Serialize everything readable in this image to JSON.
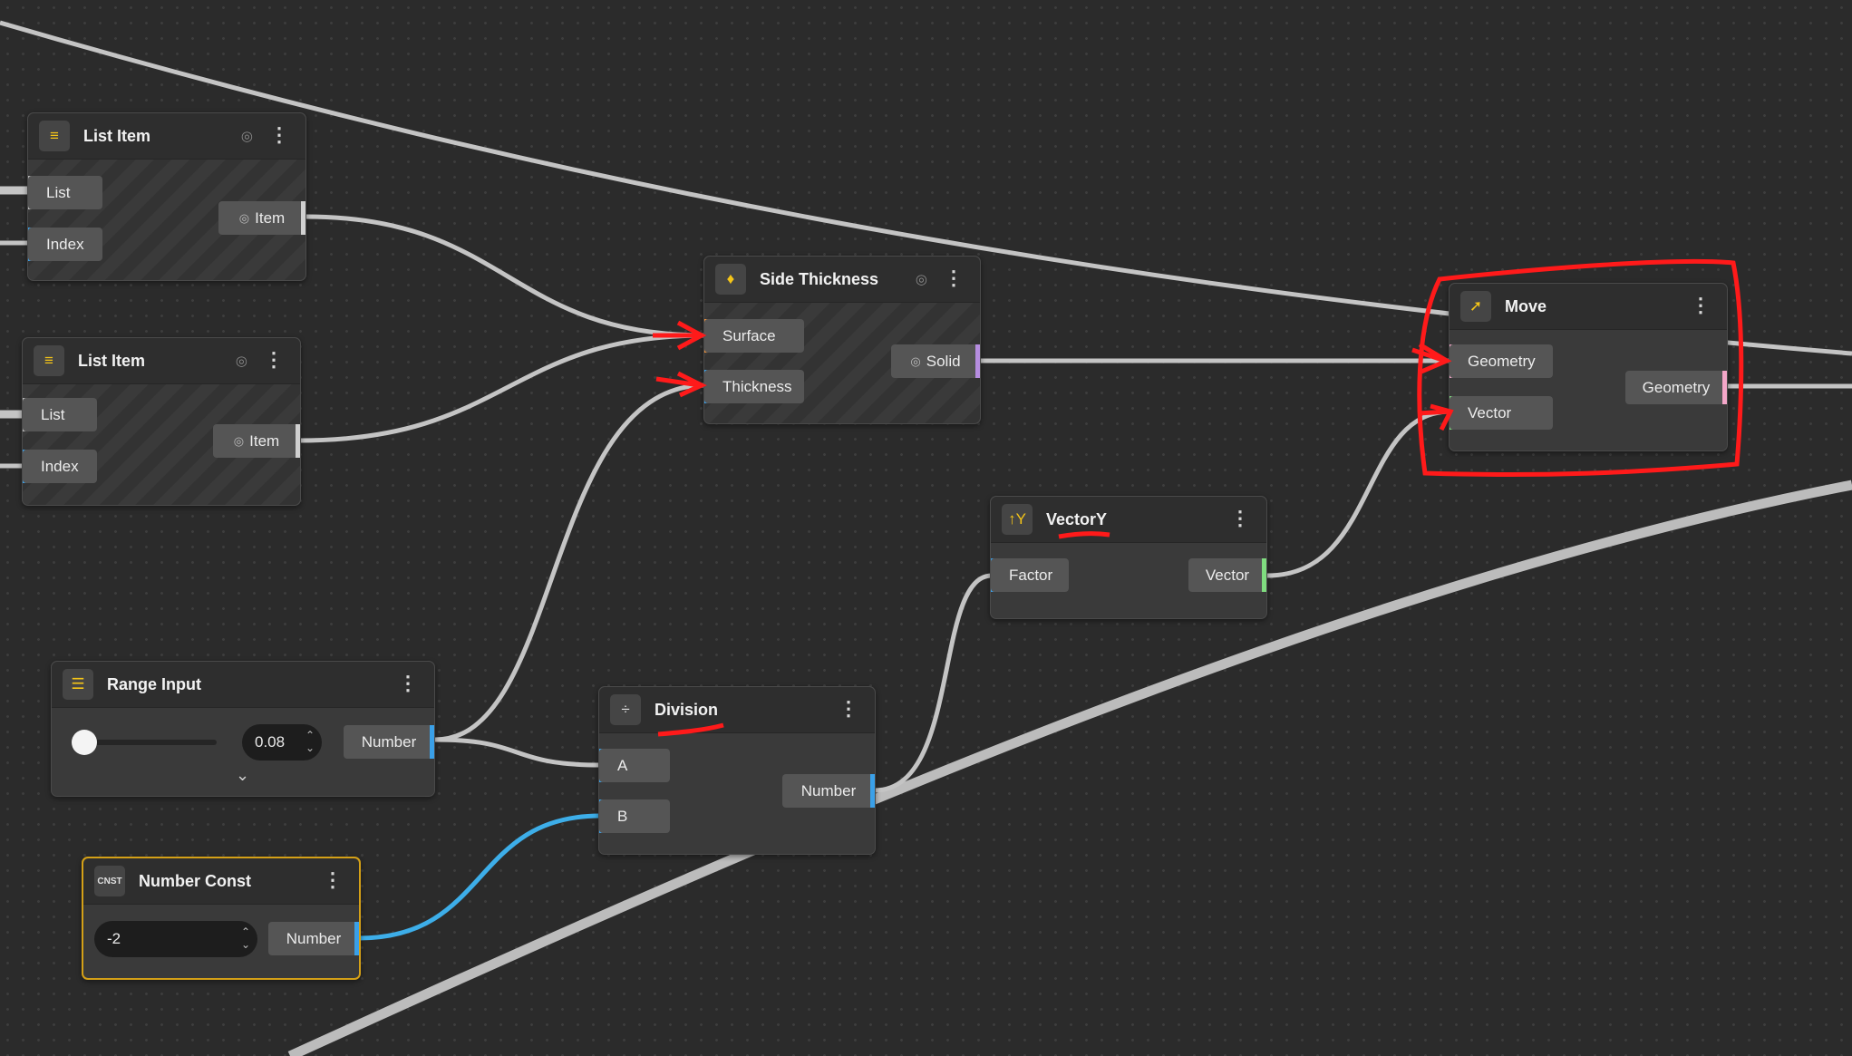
{
  "canvas": {
    "background": "#2b2b2b",
    "wire_color": "#c4c4c4",
    "wire_blue": "#3daee9",
    "annotation_red": "#ff1a1a"
  },
  "nodes": {
    "list_item_1": {
      "title": "List Item",
      "icon": "list-index-icon",
      "inputs": [
        "List",
        "Index"
      ],
      "output": "Item"
    },
    "list_item_2": {
      "title": "List Item",
      "icon": "list-index-icon",
      "inputs": [
        "List",
        "Index"
      ],
      "output": "Item"
    },
    "side_thickness": {
      "title": "Side Thickness",
      "icon": "thicken-icon",
      "inputs": [
        "Surface",
        "Thickness"
      ],
      "output": "Solid"
    },
    "move": {
      "title": "Move",
      "icon": "move-icon",
      "inputs": [
        "Geometry",
        "Vector"
      ],
      "output": "Geometry"
    },
    "vector_y": {
      "title": "VectorY",
      "icon": "vector-y-icon",
      "inputs": [
        "Factor"
      ],
      "output": "Vector"
    },
    "range_input": {
      "title": "Range Input",
      "icon": "sliders-icon",
      "value": "0.08",
      "slider_fraction": 0.08,
      "output": "Number"
    },
    "division": {
      "title": "Division",
      "icon": "divide-icon",
      "inputs": [
        "A",
        "B"
      ],
      "output": "Number"
    },
    "number_const": {
      "title": "Number Const",
      "icon_text": "CNST",
      "value": "-2",
      "output": "Number"
    }
  },
  "port_colors": {
    "list": "#bdbdbd",
    "index": "#3aa0e8",
    "item": "#d0d0d0",
    "surface": "#f0913a",
    "thickness": "#3aa0e8",
    "solid": "#b68de0",
    "geometry": "#f3a6c8",
    "vector": "#7fdc7f",
    "number": "#3aa0e8"
  }
}
